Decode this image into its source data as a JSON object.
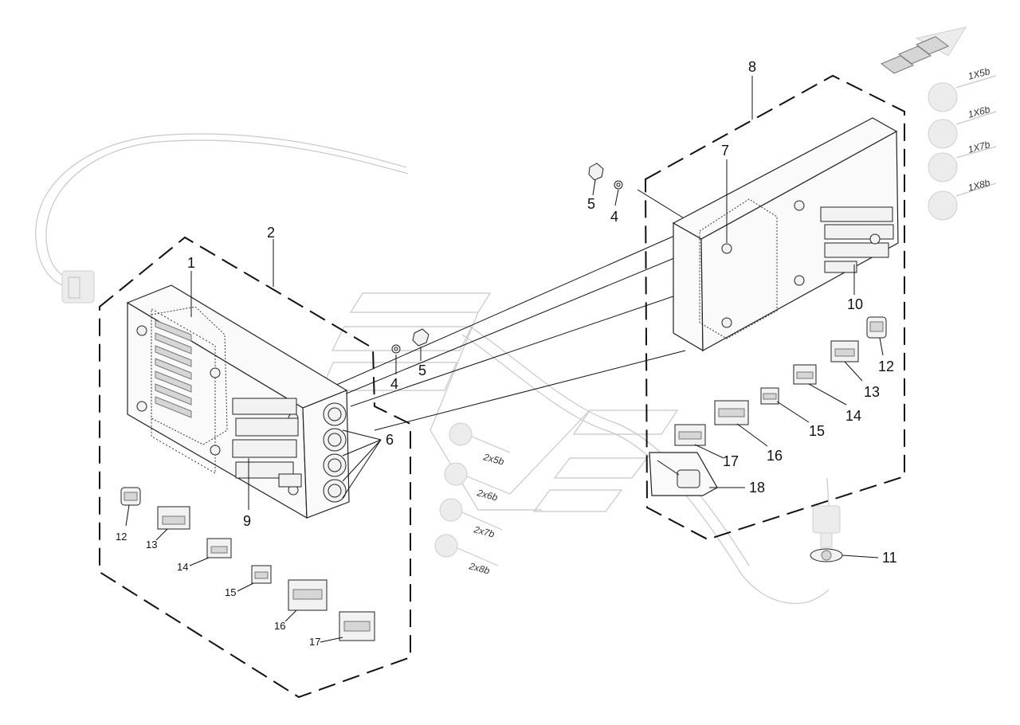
{
  "callouts": {
    "c1": "1",
    "c2": "2",
    "c4a": "4",
    "c5a": "5",
    "c6": "6",
    "c9": "9",
    "c12a": "12",
    "c13a": "13",
    "c14a": "14",
    "c15a": "15",
    "c16a": "16",
    "c17a": "17",
    "c8": "8",
    "c7": "7",
    "c5b": "5",
    "c4b": "4",
    "c10": "10",
    "c12b": "12",
    "c13b": "13",
    "c14b": "14",
    "c15b": "15",
    "c16b": "16",
    "c17b": "17",
    "c18": "18",
    "c11": "11"
  },
  "connector_labels": {
    "l2x5b": "2x5b",
    "l2x6b": "2x6b",
    "l2x7b": "2x7b",
    "l2x8b": "2x8b",
    "l1x5b": "1X5b",
    "l1x6b": "1X6b",
    "l1x7b": "1X7b",
    "l1x8b": "1X8b"
  },
  "colors": {
    "ink": "#111111",
    "ghost": "#c8c8c8",
    "background": "#ffffff"
  }
}
